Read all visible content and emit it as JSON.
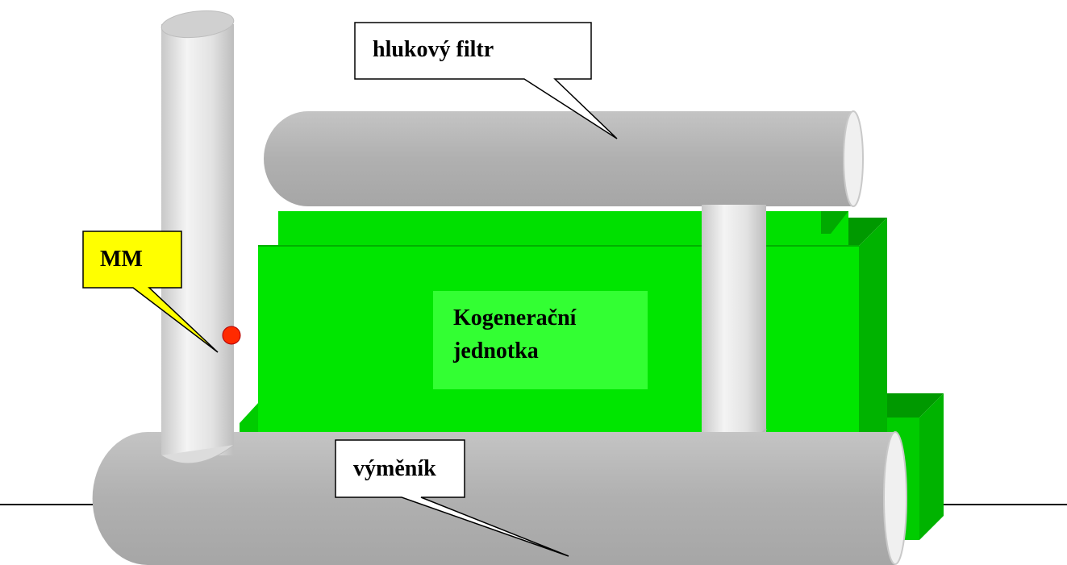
{
  "diagram": {
    "labels": {
      "noise_filter": "hlukový filtr",
      "measurement_point": "MM",
      "cogeneration_unit_line1": "Kogenerační",
      "cogeneration_unit_line2": "jednotka",
      "heat_exchanger": "výměník"
    },
    "colors": {
      "unit_green": "#00e600",
      "unit_panel_green": "#33ff33",
      "pipe_gray": "#b3b3b3",
      "chimney_light": "#ececec",
      "callout_yellow": "#ffff00",
      "marker_red": "#ff2a00"
    }
  }
}
